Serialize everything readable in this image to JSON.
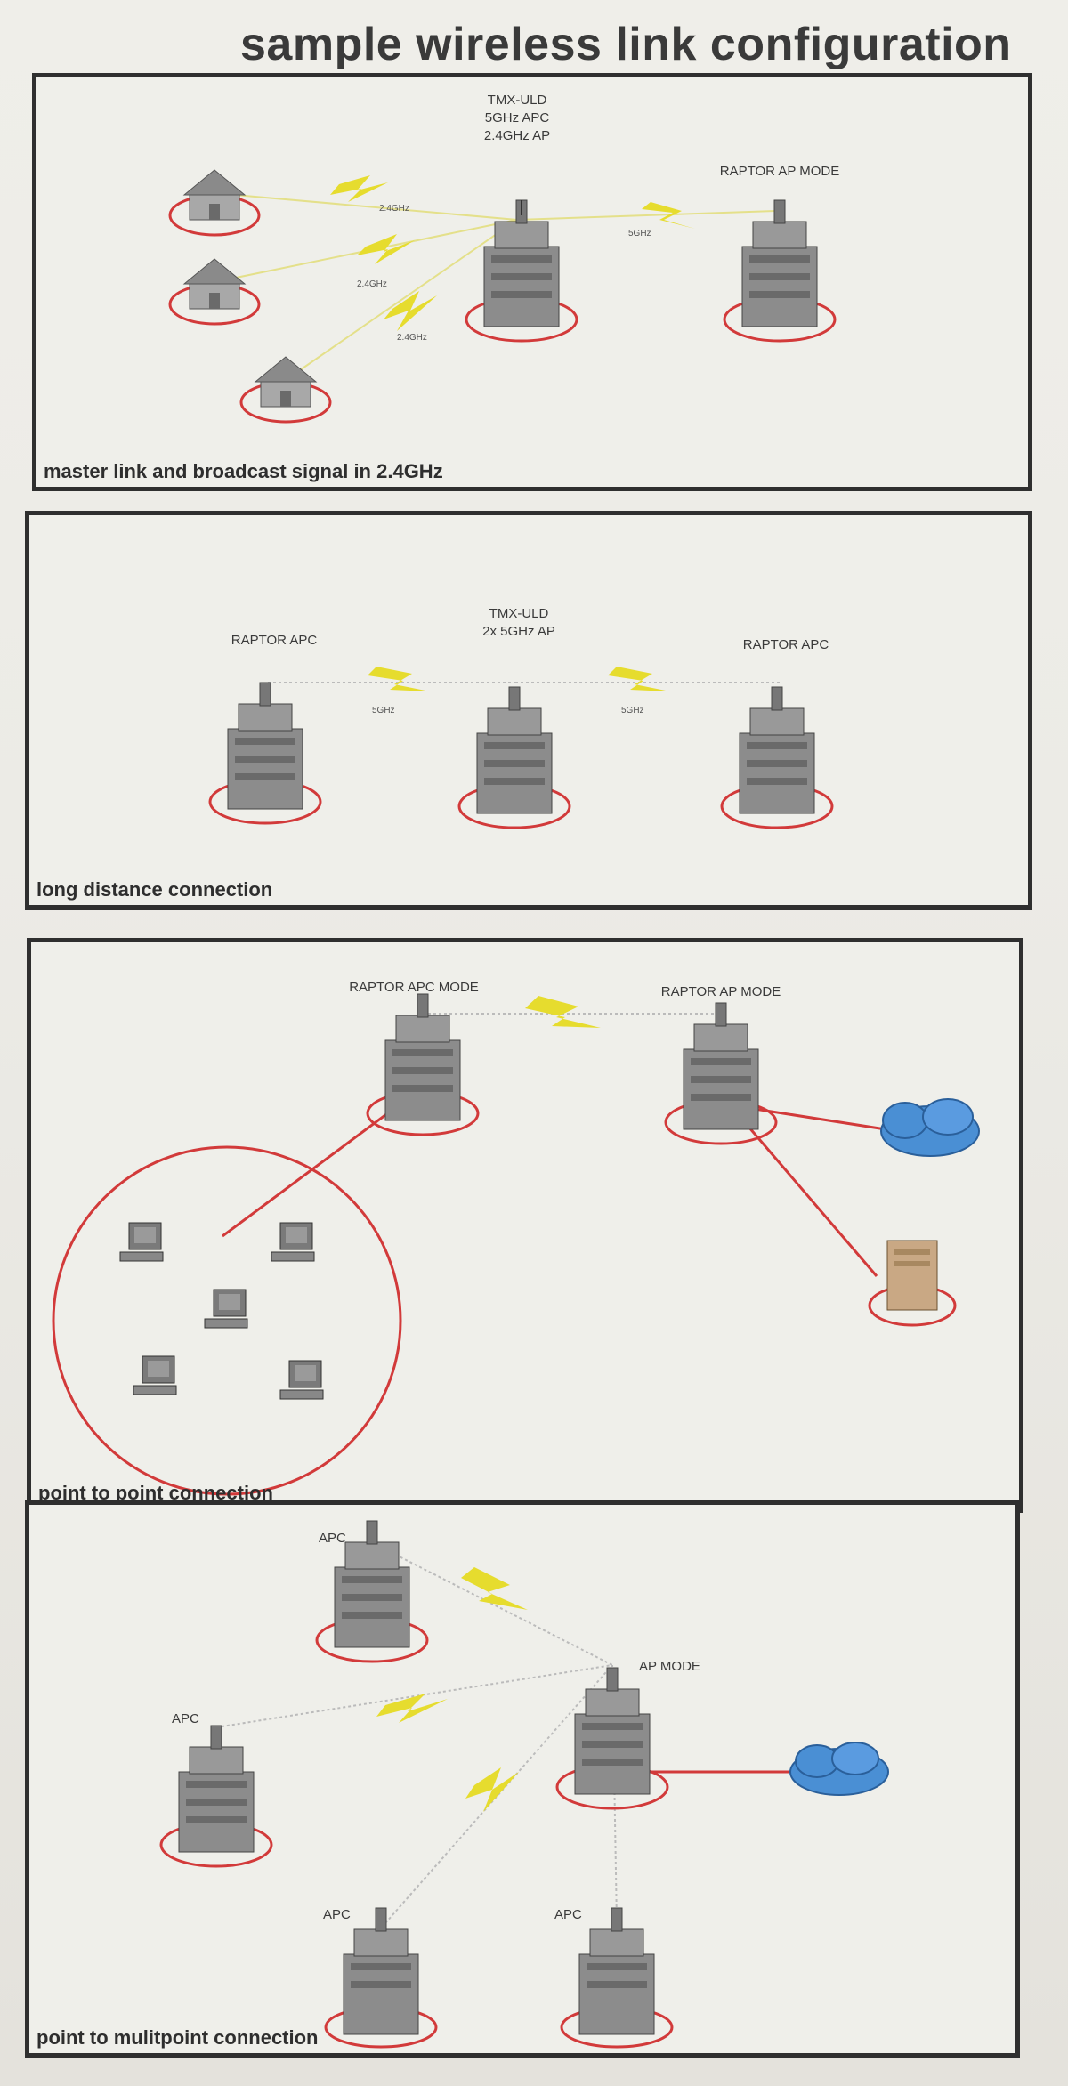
{
  "page": {
    "title": "sample wireless link configuration"
  },
  "panels": [
    {
      "caption": "master link and broadcast signal in 2.4GHz",
      "tower_label_lines": [
        "TMX-ULD",
        "5GHz APC",
        "2.4GHz AP"
      ],
      "remote_label": "RAPTOR AP MODE",
      "freq_labels": [
        "2.4GHz",
        "2.4GHz",
        "2.4GHz",
        "5GHz"
      ]
    },
    {
      "caption": "long distance connection",
      "left_label": "RAPTOR APC",
      "center_label_lines": [
        "TMX-ULD",
        "2x 5GHz AP"
      ],
      "right_label": "RAPTOR APC",
      "freq_labels": [
        "5GHz",
        "5GHz"
      ]
    },
    {
      "caption": "point to point connection",
      "left_label": "RAPTOR APC MODE",
      "right_label": "RAPTOR AP MODE"
    },
    {
      "caption": "point to mulitpoint connection",
      "hub_label": "AP MODE",
      "client_labels": [
        "APC",
        "APC",
        "APC",
        "APC"
      ]
    }
  ],
  "colors": {
    "link_red": "#d23a3a",
    "signal_yellow": "#e6dc2e",
    "building_gray": "#8a8a8a",
    "cloud_blue": "#4a8fd4",
    "server_tan": "#c9a884"
  }
}
